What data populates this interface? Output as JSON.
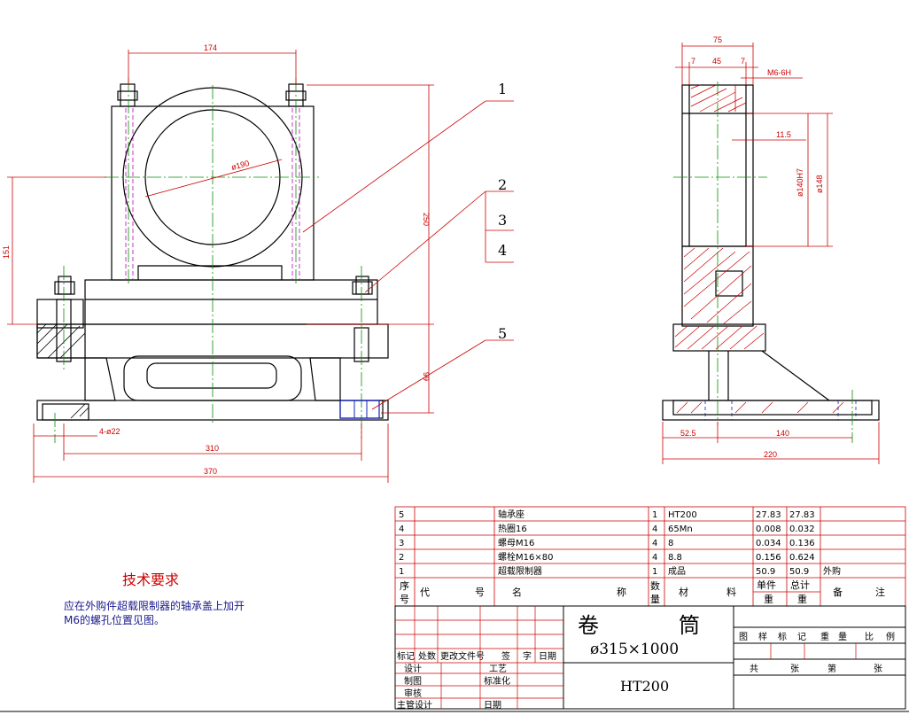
{
  "front_view": {
    "dims": {
      "d174": "174",
      "d190": "ø190",
      "d250": "250",
      "d151": "151",
      "d99": "99",
      "d22": "4-ø22",
      "d310": "310",
      "d370": "370"
    },
    "balloons": [
      "1",
      "2",
      "3",
      "4",
      "5"
    ]
  },
  "side_view": {
    "dims": {
      "d75": "75",
      "d7a": "7",
      "d45": "45",
      "d7b": "7",
      "m6": "M6-6H",
      "d115": "11.5",
      "d140h7": "ø140H7",
      "d148": "ø148",
      "d525": "52.5",
      "d140": "140",
      "d220": "220"
    }
  },
  "tech": {
    "title": "技术要求",
    "line1": "应在外购件超载限制器的轴承盖上加开",
    "line2": "M6的螺孔位置见图。"
  },
  "bom": {
    "rows": [
      {
        "no": "5",
        "code": "",
        "name": "轴承座",
        "qty": "1",
        "material": "HT200",
        "unit": "27.83",
        "total": "27.83",
        "note": ""
      },
      {
        "no": "4",
        "code": "",
        "name": "热圈16",
        "qty": "4",
        "material": "65Mn",
        "unit": "0.008",
        "total": "0.032",
        "note": ""
      },
      {
        "no": "3",
        "code": "",
        "name": "螺母M16",
        "qty": "4",
        "material": "8",
        "unit": "0.034",
        "total": "0.136",
        "note": ""
      },
      {
        "no": "2",
        "code": "",
        "name": "螺栓M16×80",
        "qty": "4",
        "material": "8.8",
        "unit": "0.156",
        "total": "0.624",
        "note": ""
      },
      {
        "no": "1",
        "code": "",
        "name": "超载限制器",
        "qty": "1",
        "material": "成品",
        "unit": "50.9",
        "total": "50.9",
        "note": "外购"
      }
    ],
    "header": {
      "no_a": "序",
      "no_b": "号",
      "code_a": "代",
      "code_b": "号",
      "name_a": "名",
      "name_b": "称",
      "qty_a": "数",
      "qty_b": "量",
      "mat_a": "材",
      "mat_b": "料",
      "unit_a": "单件",
      "unit_b": "重",
      "total_a": "总计",
      "total_b": "重",
      "note_a": "备",
      "note_b": "注"
    }
  },
  "title_block": {
    "name_a": "卷",
    "name_b": "筒",
    "spec": "ø315×1000",
    "material": "HT200",
    "rev_labels": [
      "标记",
      "处数",
      "更改文件号",
      "签",
      "字",
      "日期"
    ],
    "roles": [
      "设计",
      "制图",
      "审核",
      "主管设计"
    ],
    "roles2": [
      "工艺",
      "标准化",
      "",
      "日期"
    ],
    "mark_labels": [
      "图",
      "样",
      "标",
      "记",
      "重",
      "量",
      "比",
      "例"
    ],
    "sheet_labels": [
      "共",
      "张",
      "第",
      "张"
    ]
  }
}
